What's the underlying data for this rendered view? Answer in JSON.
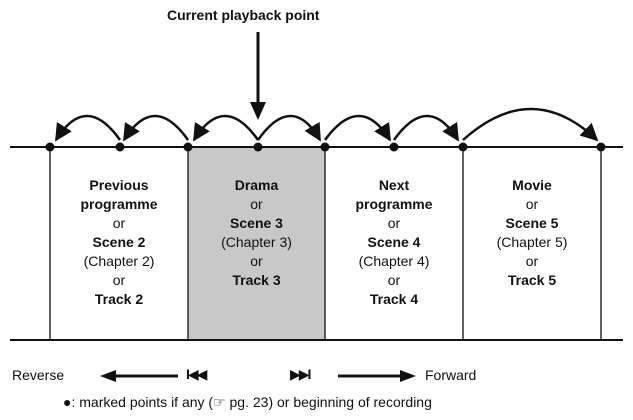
{
  "title": "Current playback point",
  "segments": [
    {
      "lines": [
        {
          "text": "Previous",
          "bold": true
        },
        {
          "text": "programme",
          "bold": true
        },
        {
          "text": "or",
          "bold": false
        },
        {
          "text": "Scene 2",
          "bold": true
        },
        {
          "text": "(Chapter 2)",
          "bold": false
        },
        {
          "text": "or",
          "bold": false
        },
        {
          "text": "Track 2",
          "bold": true
        }
      ],
      "highlighted": false
    },
    {
      "lines": [
        {
          "text": "Drama",
          "bold": true
        },
        {
          "text": "or",
          "bold": false
        },
        {
          "text": "Scene 3",
          "bold": true
        },
        {
          "text": "(Chapter 3)",
          "bold": false
        },
        {
          "text": "or",
          "bold": false
        },
        {
          "text": "Track 3",
          "bold": true
        }
      ],
      "highlighted": true
    },
    {
      "lines": [
        {
          "text": "Next",
          "bold": true
        },
        {
          "text": "programme",
          "bold": true
        },
        {
          "text": "or",
          "bold": false
        },
        {
          "text": "Scene 4",
          "bold": true
        },
        {
          "text": "(Chapter 4)",
          "bold": false
        },
        {
          "text": "or",
          "bold": false
        },
        {
          "text": "Track 4",
          "bold": true
        }
      ],
      "highlighted": false
    },
    {
      "lines": [
        {
          "text": "Movie",
          "bold": true
        },
        {
          "text": "or",
          "bold": false
        },
        {
          "text": "Scene 5",
          "bold": true
        },
        {
          "text": "(Chapter 5)",
          "bold": false
        },
        {
          "text": "or",
          "bold": false
        },
        {
          "text": "Track 5",
          "bold": true
        }
      ],
      "highlighted": false
    }
  ],
  "controls": {
    "reverse_label": "Reverse",
    "skip_back_symbol": "I◀◀",
    "skip_forward_symbol": "▶▶I",
    "forward_label": "Forward"
  },
  "legend": {
    "bullet": "●",
    "text": ": marked points if any (☞ pg. 23) or beginning of recording"
  },
  "colors": {
    "highlight_fill": "#c8c8c8",
    "line": "#111111"
  }
}
